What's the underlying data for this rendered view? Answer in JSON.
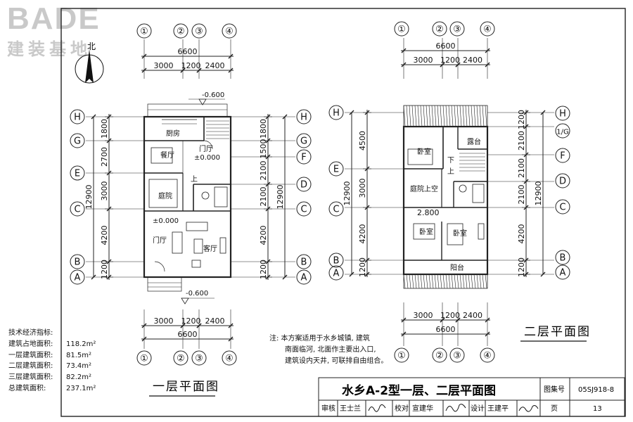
{
  "watermark": {
    "word": "BADE",
    "sub": "建装基地"
  },
  "grid": {
    "cols": [
      "①",
      "②",
      "③",
      "④"
    ],
    "rows_l": [
      "H",
      "G",
      "E",
      "C",
      "B",
      "A"
    ],
    "rows_r_first": [
      "H",
      "G",
      "F",
      "D",
      "C",
      "B",
      "A"
    ],
    "rows_l_second": [
      "H",
      "E",
      "C",
      "B",
      "A"
    ],
    "rows_r_second": [
      "H",
      "1/G",
      "F",
      "D",
      "C",
      "B",
      "A"
    ]
  },
  "dims": {
    "top_total": "6600",
    "top_parts": [
      "3000",
      "1200",
      "2400"
    ],
    "total_depth": "12900",
    "first_left": [
      "1800",
      "2700",
      "3000",
      "4200",
      "1200"
    ],
    "first_right": [
      "1800",
      "1500",
      "2100",
      "2100",
      "4200",
      "1200"
    ],
    "second_left": [
      "4500",
      "3000",
      "4200",
      "1200"
    ],
    "second_right": [
      "1200",
      "2100",
      "2100",
      "2100",
      "4200",
      "1200"
    ]
  },
  "rooms": {
    "kitchen": "厨房",
    "dining": "餐厅",
    "hall": "门厅",
    "hall_level": "±0.000",
    "courtyard": "庭院",
    "up": "上",
    "down_up": "下\n上",
    "level_ground": "±0.000",
    "living": "客厅",
    "entry": "门厅",
    "level_top": "-0.600",
    "level_bottom": "-0.600",
    "bedroom": "卧室",
    "terrace": "露台",
    "void": "庭院上空",
    "level_2": "2.800",
    "balcony": "阳台"
  },
  "specs": {
    "title": "技术经济指标:",
    "items": [
      {
        "k": "建筑占地面积:",
        "v": "118.2m²"
      },
      {
        "k": "一层建筑面积:",
        "v": "81.5m²"
      },
      {
        "k": "二层建筑面积:",
        "v": "73.4m²"
      },
      {
        "k": "三层建筑面积:",
        "v": "82.2m²"
      },
      {
        "k": "总建筑面积:",
        "v": "237.1m²"
      }
    ]
  },
  "note": {
    "lines": [
      "注: 本方案适用于水乡城镇, 建筑",
      "南面临河, 北面作主要出入口,",
      "建筑设内天井, 可联排自由组合。"
    ]
  },
  "titles": {
    "first": "一层平面图",
    "second": "二层平面图"
  },
  "titleblock": {
    "title": "水乡A-2型一层、二层平面图",
    "atlas_label": "图集号",
    "atlas_no": "05SJ918-8",
    "review_label": "审核",
    "review_name": "王士兰",
    "check_label": "校对",
    "check_name": "宣建华",
    "design_label": "设计",
    "design_name": "王建平",
    "page_label": "页",
    "page_no": "13"
  }
}
